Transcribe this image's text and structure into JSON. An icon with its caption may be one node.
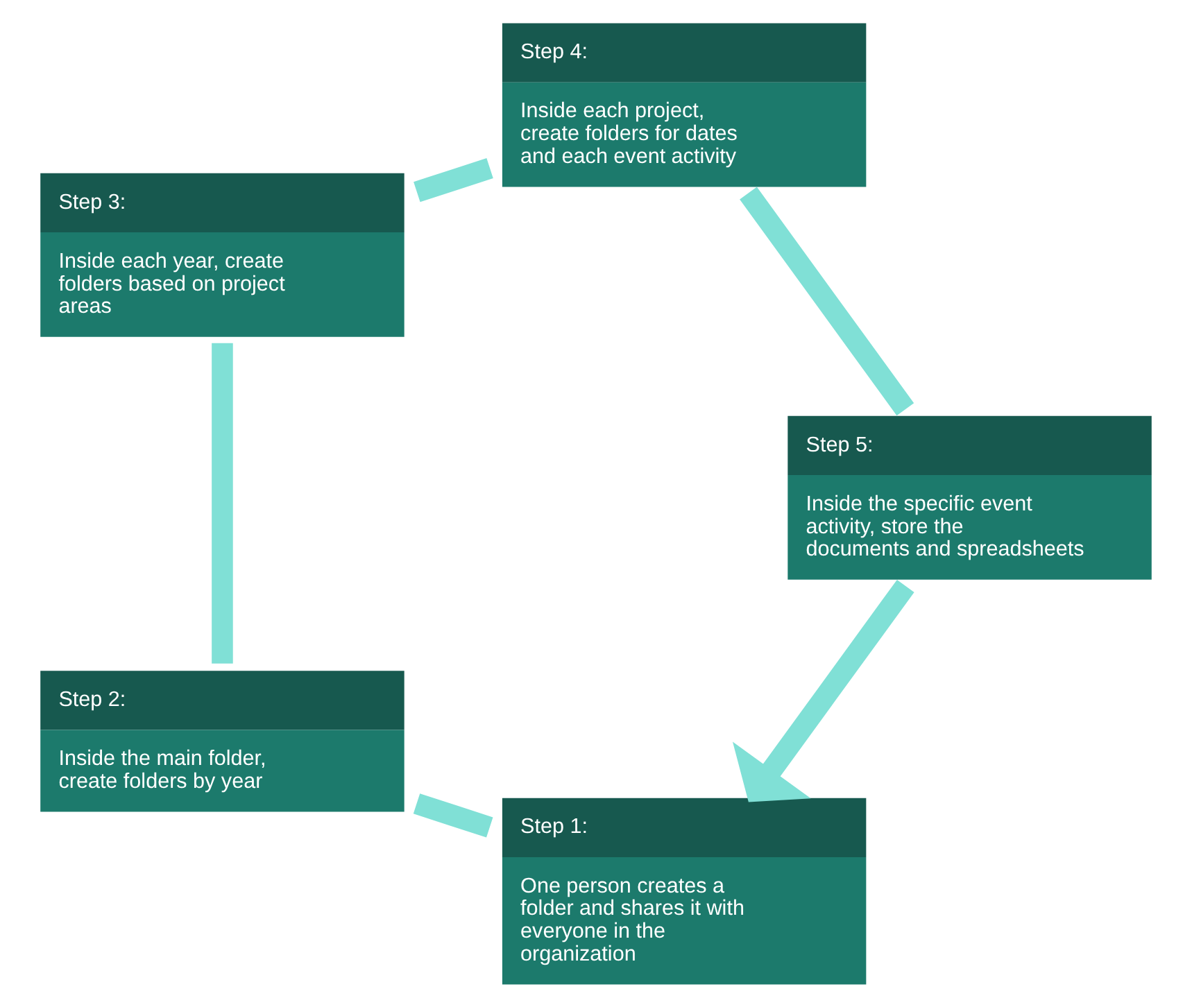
{
  "diagram": {
    "nodes": [
      {
        "text": [
          "Step 1:",
          "One person creates a folder and shares it with everyone in the organization"
        ]
      },
      {
        "text": [
          "Step 2:",
          "Inside the main folder, create folders by year"
        ]
      },
      {
        "text": [
          "Step 3:",
          "Inside each year, create folders based on project areas"
        ]
      },
      {
        "text": [
          "Step 4:",
          "Inside each project, create folders for dates and each event activity"
        ]
      },
      {
        "text": [
          "Step 5:",
          "Inside the specific event activity, store the documents and spreadsheets"
        ]
      }
    ],
    "edges": [
      {
        "from": 0,
        "to": 1,
        "arrow": "none"
      },
      {
        "from": 1,
        "to": 2,
        "arrow": "none"
      },
      {
        "from": 2,
        "to": 3,
        "arrow": "none"
      },
      {
        "from": 3,
        "to": 4,
        "arrow": "none"
      },
      {
        "from": 4,
        "to": 0,
        "arrow": "to"
      }
    ]
  }
}
